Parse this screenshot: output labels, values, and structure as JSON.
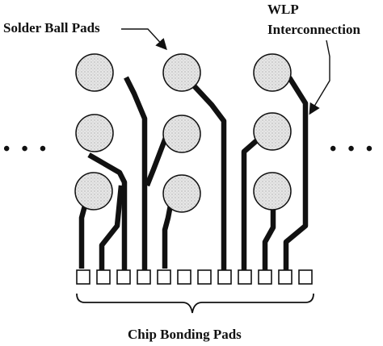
{
  "labels": {
    "solder_ball_pads": "Solder Ball Pads",
    "wlp_line1": "WLP",
    "wlp_line2": "Interconnection",
    "chip_bonding_pads": "Chip Bonding Pads",
    "ellipsis_left": "• • •",
    "ellipsis_right": "• • •"
  },
  "diagram": {
    "solder_ball_count": 9,
    "bonding_pad_count": 12,
    "trace_count": 9,
    "colors": {
      "ball_fill": "#e3e3e3",
      "stroke": "#111111",
      "background": "#ffffff"
    }
  }
}
